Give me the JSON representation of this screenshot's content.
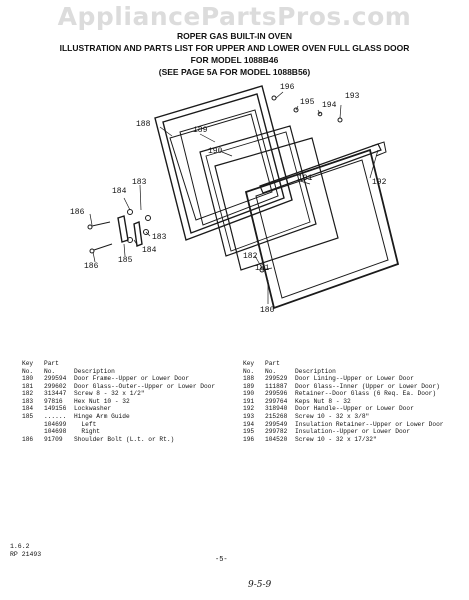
{
  "watermark": "AppliancePartsPros.com",
  "header": {
    "line1": "ROPER GAS BUILT-IN OVEN",
    "line2": "ILLUSTRATION AND PARTS LIST FOR UPPER AND LOWER OVEN FULL GLASS DOOR",
    "line3": "FOR MODEL 1088B46",
    "line4": "(SEE PAGE 5A FOR MODEL 1088B56)"
  },
  "callouts": [
    "196",
    "193",
    "195",
    "194",
    "188",
    "189",
    "190",
    "191",
    "192",
    "183",
    "184",
    "186",
    "183",
    "184",
    "185",
    "186",
    "182",
    "181",
    "180"
  ],
  "table_headers": {
    "key_line1": "Key",
    "key_line2": "No.",
    "part_line1": "Part",
    "part_line2": "No.",
    "desc": "Description"
  },
  "parts_left": [
    {
      "key": "180",
      "part": "299594",
      "desc": "Door Frame--Upper or Lower Door"
    },
    {
      "key": "181",
      "part": "299602",
      "desc": "Door Glass--Outer--Upper or Lower Door"
    },
    {
      "key": "182",
      "part": "313447",
      "desc": "Screw 8 - 32 x 1/2\""
    },
    {
      "key": "183",
      "part": "97816",
      "desc": "Hex Nut 10 - 32"
    },
    {
      "key": "184",
      "part": "149156",
      "desc": "Lockwasher"
    },
    {
      "key": "185",
      "part": "......",
      "desc": "Hinge Arm Guide"
    },
    {
      "key": "",
      "part": "104699",
      "desc": "  Left"
    },
    {
      "key": "",
      "part": "104698",
      "desc": "  Right"
    },
    {
      "key": "186",
      "part": "91709",
      "desc": "Shoulder Bolt (L.t. or Rt.)"
    }
  ],
  "parts_right": [
    {
      "key": "188",
      "part": "299529",
      "desc": "Door Lining--Upper or Lower Door"
    },
    {
      "key": "189",
      "part": "111887",
      "desc": "Door Glass--Inner (Upper or Lower Door)"
    },
    {
      "key": "190",
      "part": "299596",
      "desc": "Retainer--Door Glass (6 Req. Ea. Door)"
    },
    {
      "key": "191",
      "part": "299764",
      "desc": "Keps Nut 8 - 32"
    },
    {
      "key": "192",
      "part": "318940",
      "desc": "Door Handle--Upper or Lower Door"
    },
    {
      "key": "193",
      "part": "215268",
      "desc": "Screw 10 - 32 x 3/8\""
    },
    {
      "key": "194",
      "part": "299549",
      "desc": "Insulation Retainer--Upper or Lower Door"
    },
    {
      "key": "195",
      "part": "299782",
      "desc": "Insulation--Upper or Lower Door"
    },
    {
      "key": "196",
      "part": "104520",
      "desc": "Screw 10 - 32 x 17/32\""
    }
  ],
  "footer": {
    "code1": "1.6.2",
    "code2": "RP 21493",
    "page": "-5-",
    "handwritten": "9-5-9"
  }
}
